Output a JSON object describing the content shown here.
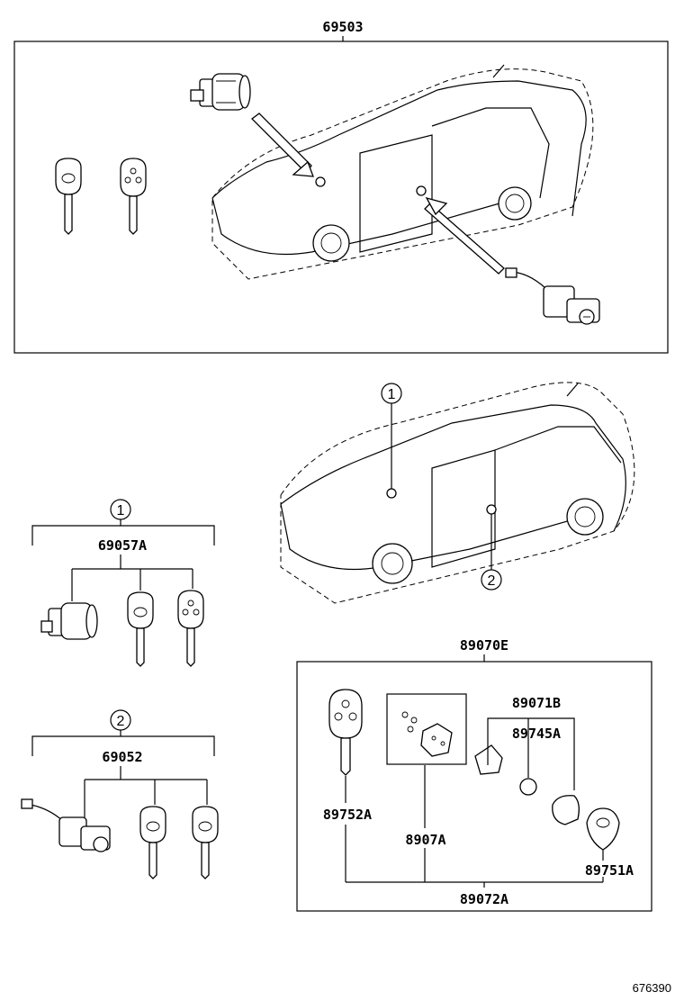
{
  "labels": {
    "top_assembly": "69503",
    "kit1": "69057A",
    "kit2": "69052",
    "set": "89070E",
    "p89071b": "89071B",
    "p89745a": "89745A",
    "p89752a": "89752A",
    "p8907a": "8907A",
    "p89751a": "89751A",
    "p89072a": "89072A"
  },
  "callouts": {
    "one": "1",
    "two": "2"
  },
  "figure_id": "676390"
}
